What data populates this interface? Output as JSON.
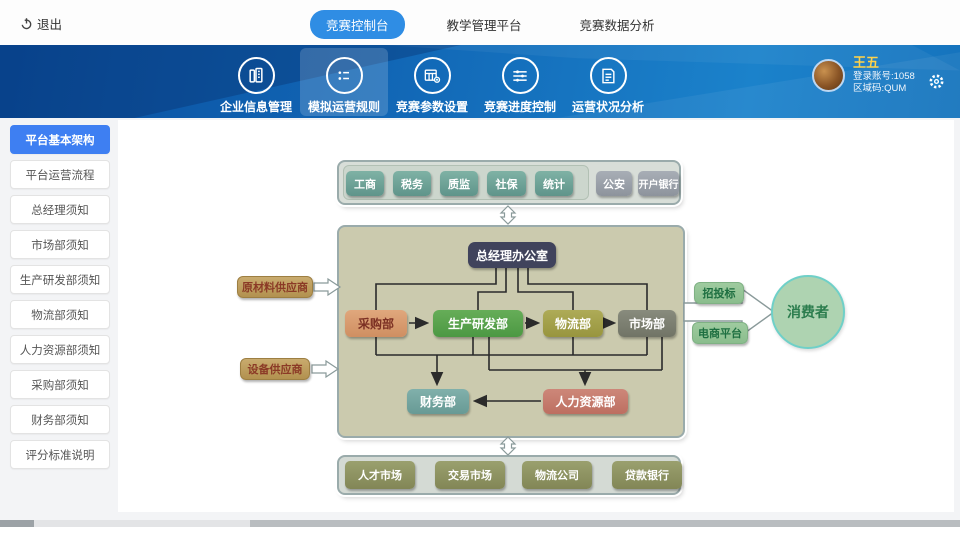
{
  "app": {
    "accent_blue": "#2f8de4",
    "sidebar_active_blue": "#3e7ff2",
    "header_blue": "#1166b5"
  },
  "top_bar": {
    "logout_label": "退出",
    "tabs": [
      {
        "label": "竞赛控制台",
        "active": true
      },
      {
        "label": "教学管理平台",
        "active": false
      },
      {
        "label": "竞赛数据分析",
        "active": false
      }
    ]
  },
  "header": {
    "nav": [
      {
        "label": "企业信息管理",
        "icon": "building-icon",
        "active": false
      },
      {
        "label": "模拟运营规则",
        "icon": "rules-list-icon",
        "active": true
      },
      {
        "label": "竞赛参数设置",
        "icon": "params-table-icon",
        "active": false
      },
      {
        "label": "竞赛进度控制",
        "icon": "progress-sliders-icon",
        "active": false
      },
      {
        "label": "运营状况分析",
        "icon": "report-doc-icon",
        "active": false
      }
    ],
    "user": {
      "name": "王五",
      "account": "登录账号:1058",
      "region": "区域码:QUM"
    }
  },
  "sidebar": {
    "items": [
      {
        "label": "平台基本架构",
        "active": true
      },
      {
        "label": "平台运营流程",
        "active": false
      },
      {
        "label": "总经理须知",
        "active": false
      },
      {
        "label": "市场部须知",
        "active": false
      },
      {
        "label": "生产研发部须知",
        "active": false
      },
      {
        "label": "物流部须知",
        "active": false
      },
      {
        "label": "人力资源部须知",
        "active": false
      },
      {
        "label": "采购部须知",
        "active": false
      },
      {
        "label": "财务部须知",
        "active": false
      },
      {
        "label": "评分标准说明",
        "active": false
      }
    ]
  },
  "diagram": {
    "gov_group": {
      "teal": [
        "工商",
        "税务",
        "质监",
        "社保",
        "统计"
      ],
      "gray": [
        "公安",
        "开户银行"
      ]
    },
    "org": {
      "gm_office": "总经理办公室",
      "purchasing": "采购部",
      "rnd": "生产研发部",
      "logistics": "物流部",
      "marketing": "市场部",
      "finance": "财务部",
      "hr": "人力资源部"
    },
    "suppliers": {
      "raw": "原材料供应商",
      "equipment": "设备供应商"
    },
    "sales": {
      "bidding": "招投标",
      "ecommerce": "电商平台",
      "consumer": "消费者"
    },
    "market_group": [
      "人才市场",
      "交易市场",
      "物流公司",
      "贷款银行"
    ],
    "colors": {
      "gm": "#40435c",
      "purchasing": "#d89a6e",
      "rnd": "#57a24c",
      "logistics": "#a4a149",
      "marketing": "#7c7f71",
      "finance": "#74a5a0",
      "hr": "#c67b6d",
      "teal_btn": "#6ea295",
      "gray_btn": "#989ea6",
      "olive_btn": "#8e9062",
      "supplier": "#c0a263",
      "sales_green": "#95c498",
      "diagram_bg": "#cbcaae"
    }
  }
}
